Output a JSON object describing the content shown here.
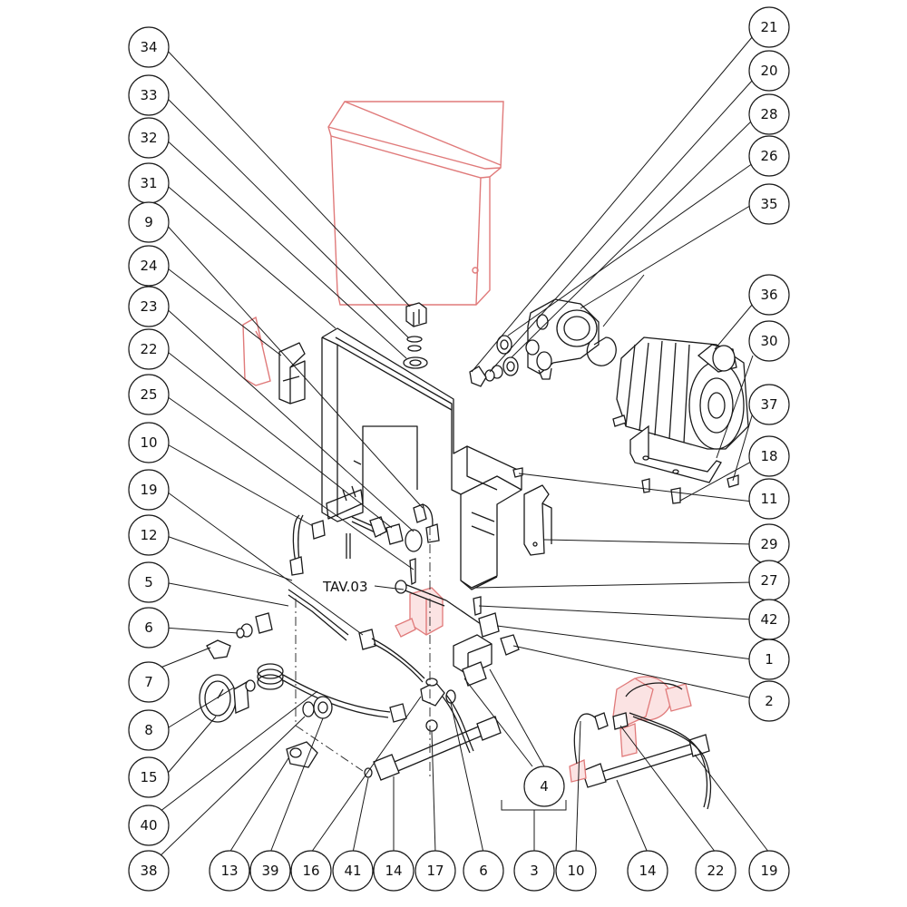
{
  "diagram": {
    "tag": "TAV.03",
    "left_callouts": [
      "34",
      "33",
      "32",
      "31",
      "9",
      "24",
      "23",
      "22",
      "25",
      "10",
      "19",
      "12",
      "5",
      "6",
      "7",
      "8",
      "15",
      "40",
      "38"
    ],
    "right_callouts": [
      "21",
      "20",
      "28",
      "26",
      "35",
      "36",
      "30",
      "37",
      "18",
      "11",
      "29",
      "27",
      "42",
      "1",
      "2"
    ],
    "bottom_callouts": [
      "13",
      "39",
      "16",
      "41",
      "14",
      "17",
      "6",
      "3",
      "10",
      "14",
      "22",
      "19"
    ],
    "group_callout": "4",
    "colors": {
      "line": "#1a1a1a",
      "highlight": "#e07a7a",
      "highlight_fill": "#fbe3e3"
    }
  }
}
